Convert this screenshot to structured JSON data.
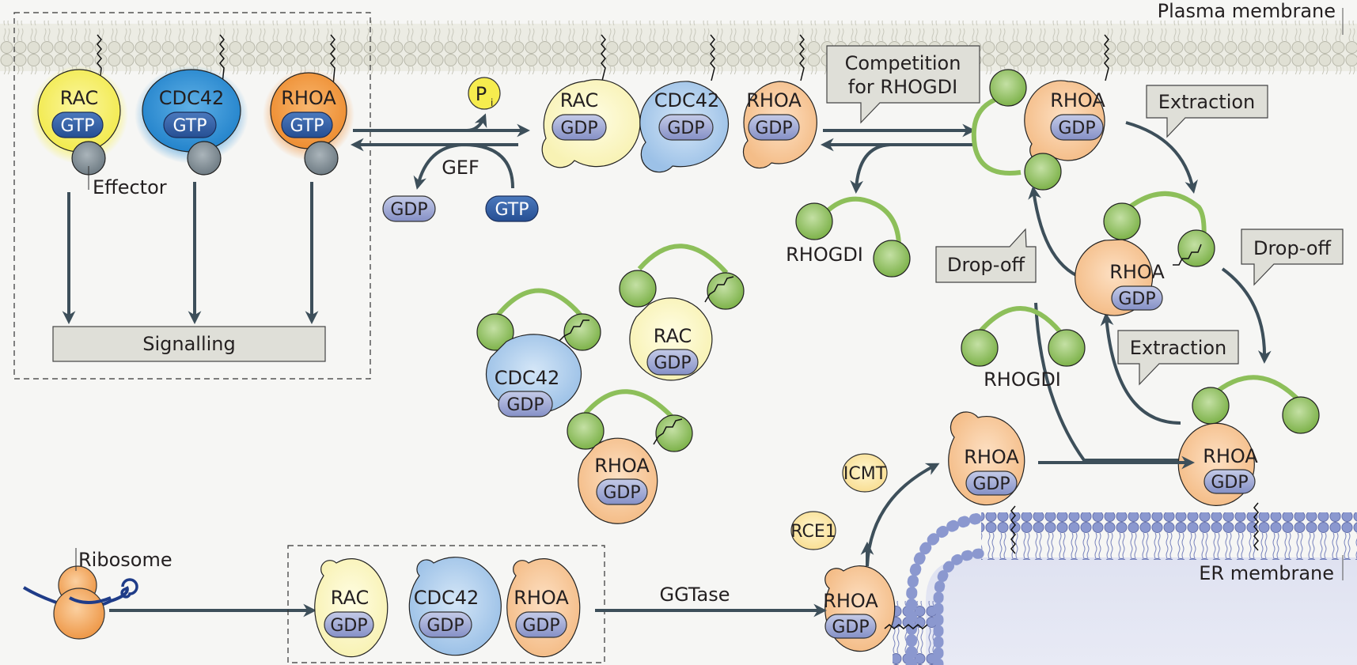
{
  "title": "RHO GTPase cycle and RHOGDI regulation",
  "labels": {
    "plasma_membrane": "Plasma membrane",
    "er_membrane": "ER membrane",
    "effector": "Effector",
    "signalling": "Signalling",
    "pi_main": "P",
    "pi_sub": "i",
    "gef": "GEF",
    "ggtase": "GGTase",
    "ribosome": "Ribosome",
    "competition_line1": "Competition",
    "competition_line2": "for RHOGDI",
    "extraction": "Extraction",
    "dropoff": "Drop-off",
    "rhogdi": "RHOGDI",
    "icmt": "ICMT",
    "rce1": "RCE1",
    "gdp": "GDP",
    "gtp": "GTP"
  },
  "proteins": {
    "rac": "RAC",
    "cdc42": "CDC42",
    "rhoa": "RHOA"
  },
  "colors": {
    "rac_active": "#f2ec5a",
    "cdc42_active": "#2a8fd4",
    "rhoa_active": "#f0963a",
    "rac_inactive": "#fbf7c4",
    "cdc42_inactive": "#a9c9ea",
    "rhoa_inactive": "#f6c597",
    "gtp": "#2f5ea4",
    "gdp": "#9aa3d0",
    "rhogdi": "#8dbf5a",
    "arrow": "#3d4f5a",
    "membrane": "#d8d8cc",
    "er_membrane": "#8896cc",
    "callout": "#dfdfd8"
  }
}
